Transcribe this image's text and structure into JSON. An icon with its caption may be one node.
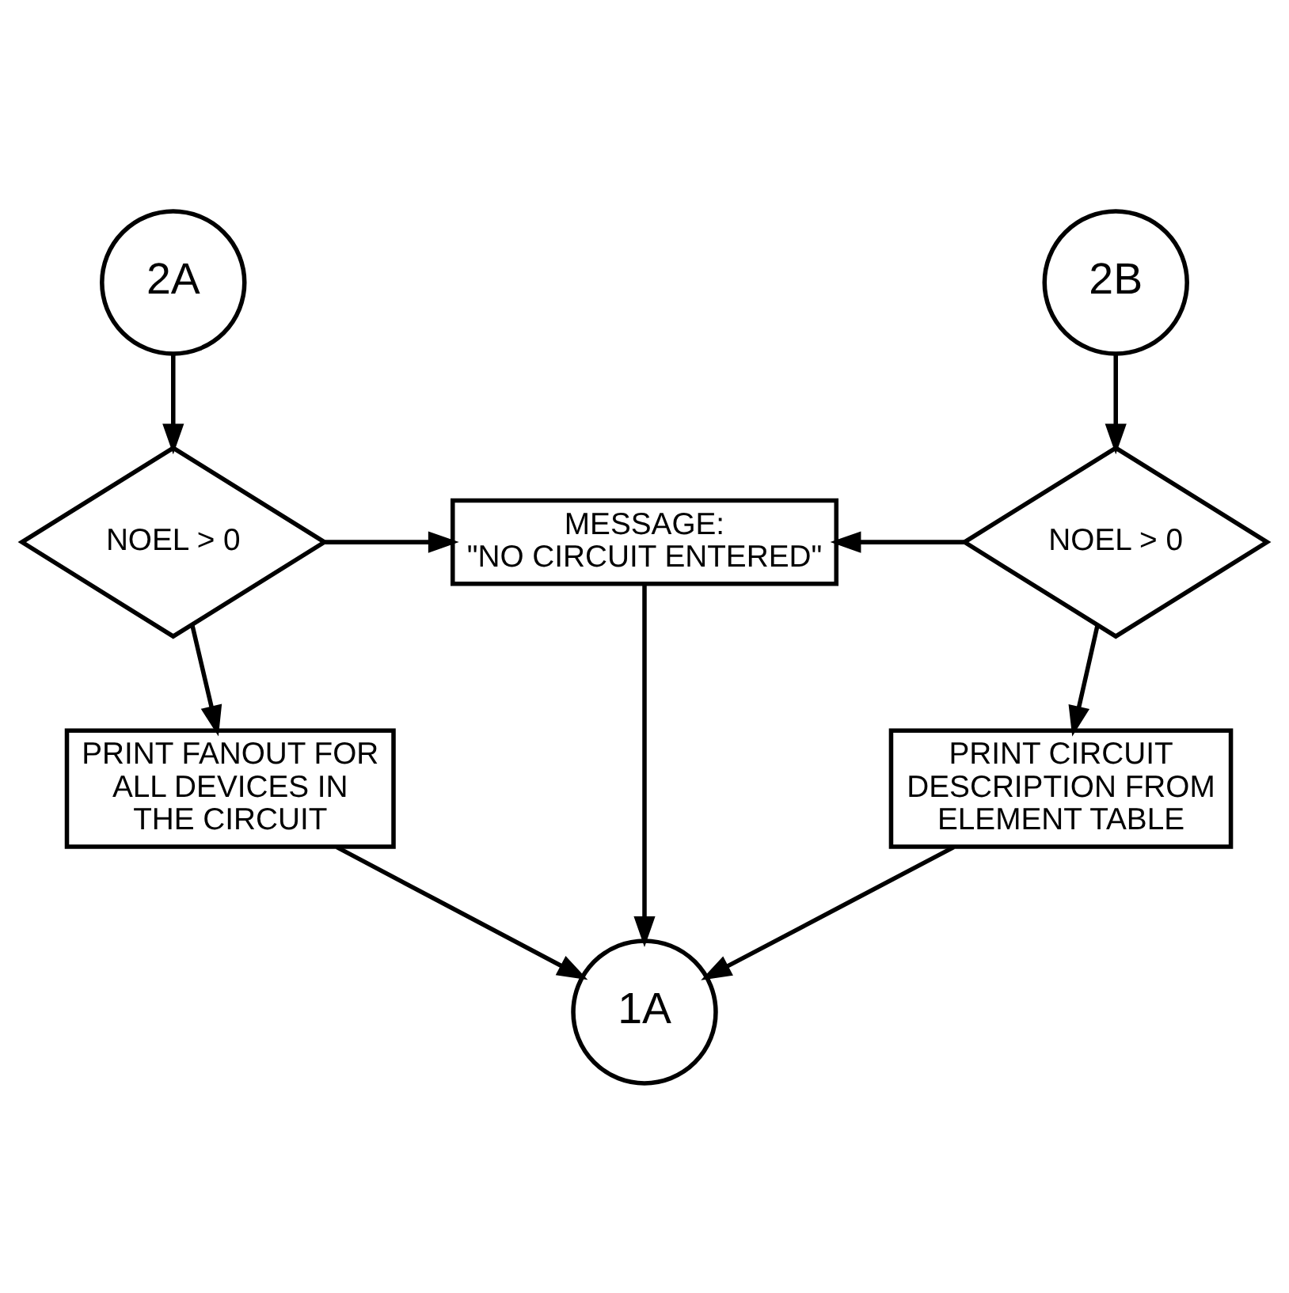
{
  "diagram": {
    "nodes": [
      {
        "text": [
          "2A"
        ]
      },
      {
        "text": [
          "2B"
        ]
      },
      {
        "text": [
          "NOEL > 0"
        ]
      },
      {
        "text": [
          "MESSAGE:",
          "\"NO CIRCUIT ENTERED\""
        ]
      },
      {
        "text": [
          "NOEL > 0"
        ]
      },
      {
        "text": [
          "PRINT FANOUT FOR ALL DEVICES IN THE CIRCUIT"
        ]
      },
      {
        "text": [
          "PRINT CIRCUIT DESCRIPTION FROM ELEMENT TABLE"
        ]
      },
      {
        "text": [
          "1A"
        ]
      }
    ],
    "edges": [
      {
        "from": 0,
        "to": 2,
        "arrow": "to"
      },
      {
        "from": 1,
        "to": 4,
        "arrow": "to"
      },
      {
        "from": 2,
        "to": 3,
        "arrow": "to"
      },
      {
        "from": 4,
        "to": 3,
        "arrow": "to"
      },
      {
        "from": 2,
        "to": 5,
        "arrow": "to"
      },
      {
        "from": 4,
        "to": 6,
        "arrow": "to"
      },
      {
        "from": 5,
        "to": 7,
        "arrow": "to"
      },
      {
        "from": 3,
        "to": 7,
        "arrow": "to"
      },
      {
        "from": 6,
        "to": 7,
        "arrow": "to"
      }
    ]
  }
}
